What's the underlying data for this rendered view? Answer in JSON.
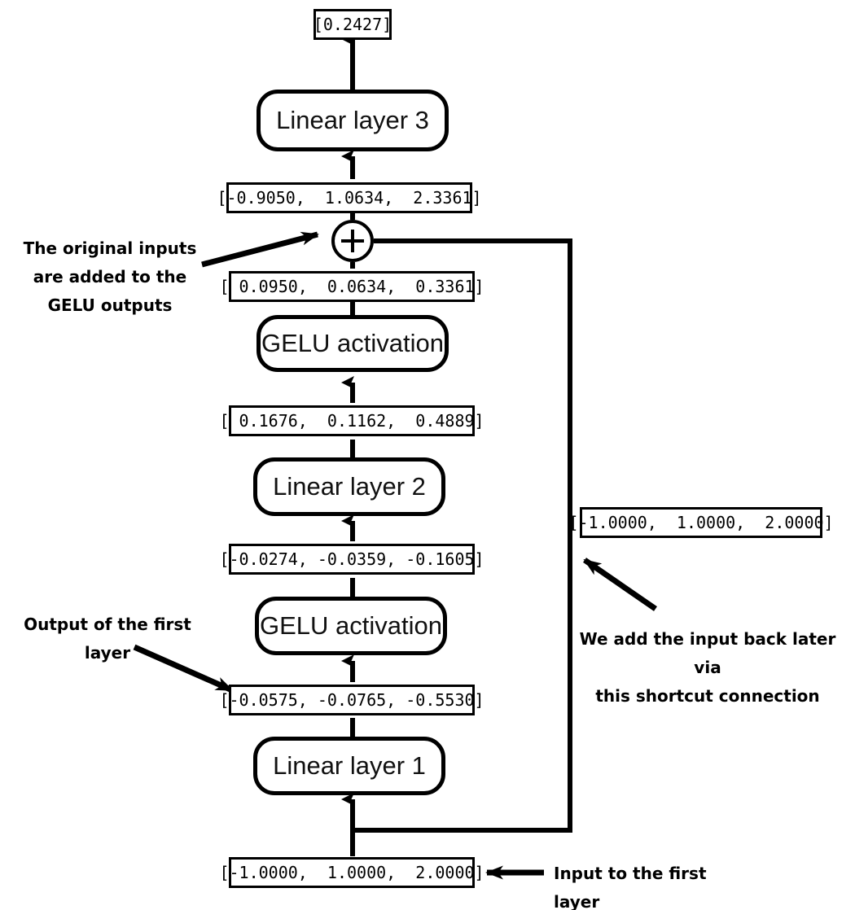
{
  "diagram": {
    "title": "Deep neural network with a shortcut (residual) connection",
    "type": "flowchart",
    "colors": {
      "stroke": "#000000",
      "background": "#ffffff",
      "text": "#000000"
    },
    "output": {
      "label": "[0.2427]"
    },
    "blocks": [
      {
        "id": "linear3",
        "label": "Linear layer 3"
      },
      {
        "id": "gelu2",
        "label": "GELU activation"
      },
      {
        "id": "linear2",
        "label": "Linear layer 2"
      },
      {
        "id": "gelu1",
        "label": "GELU activation"
      },
      {
        "id": "linear1",
        "label": "Linear layer 1"
      }
    ],
    "tensors": {
      "final_output": "[0.2427]",
      "after_add": "[-0.9050,  1.0634,  2.3361]",
      "gelu2_output": "[ 0.0950,  0.0634,  0.3361]",
      "linear2_output": "[ 0.1676,  0.1162,  0.4889]",
      "gelu1_output": "[-0.0274, -0.0359, -0.1605]",
      "linear1_output": "[-0.0575, -0.0765, -0.5530]",
      "shortcut_value": "[-1.0000,  1.0000,  2.0000]",
      "input_value": "[-1.0000,  1.0000,  2.0000]"
    },
    "operator": {
      "symbol": "+",
      "name": "addition-node"
    },
    "annotations": {
      "add_note": {
        "lines": [
          "The original inputs",
          "are added to the",
          "GELU outputs"
        ]
      },
      "first_layer_note": {
        "lines": [
          "Output of the first",
          "layer"
        ]
      },
      "shortcut_note": {
        "lines": [
          "We add the input back later via",
          "this shortcut connection"
        ]
      },
      "input_note": {
        "lines": [
          "Input to the first layer"
        ]
      }
    }
  }
}
